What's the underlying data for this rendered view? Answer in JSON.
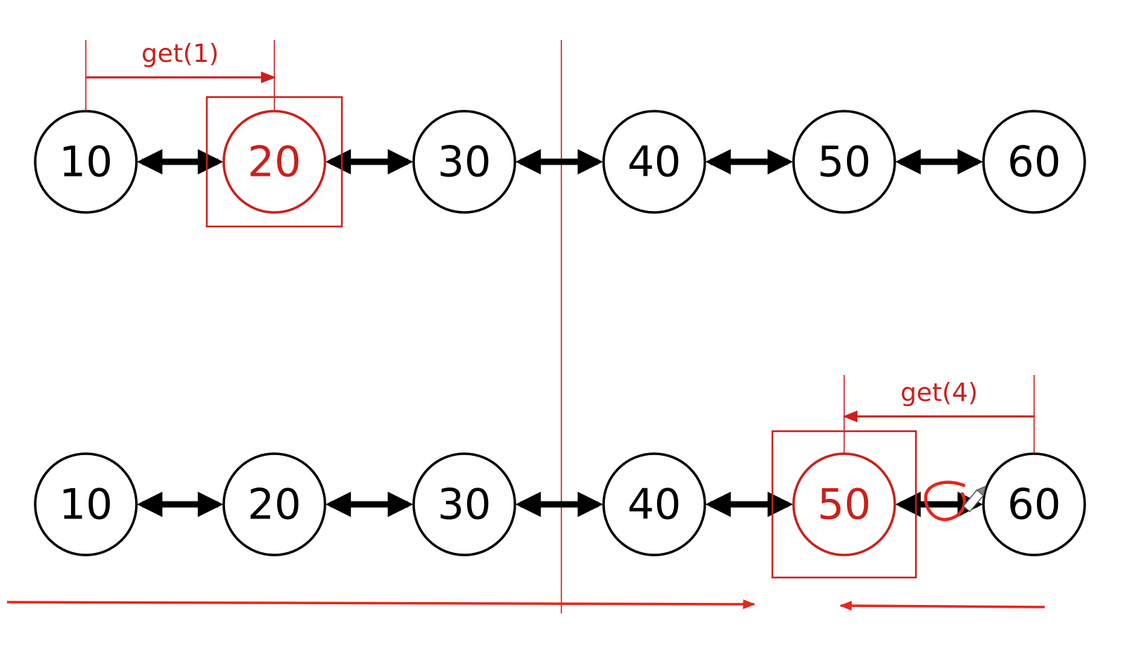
{
  "colors": {
    "node_stroke": "#000000",
    "highlight": "#cc1f1a",
    "scan_arrow": "#e8251c",
    "background": "#ffffff"
  },
  "lists": [
    {
      "name": "top-list",
      "nodes": [
        "10",
        "20",
        "30",
        "40",
        "50",
        "60"
      ],
      "highlight_index": 1,
      "get_label": "get(1)",
      "get_from_index": 0,
      "get_to_index": 1
    },
    {
      "name": "bottom-list",
      "nodes": [
        "10",
        "20",
        "30",
        "40",
        "50",
        "60"
      ],
      "highlight_index": 4,
      "get_label": "get(4)",
      "get_from_index": 5,
      "get_to_index": 4
    }
  ],
  "scan_arrows": [
    {
      "name": "forward-scan-arrow",
      "direction": "right"
    },
    {
      "name": "backward-scan-arrow",
      "direction": "left"
    }
  ],
  "annotations": {
    "handwritten_mark": "red handwritten circle stroke between 50 and 60",
    "cursor": "pencil-cursor-icon"
  }
}
